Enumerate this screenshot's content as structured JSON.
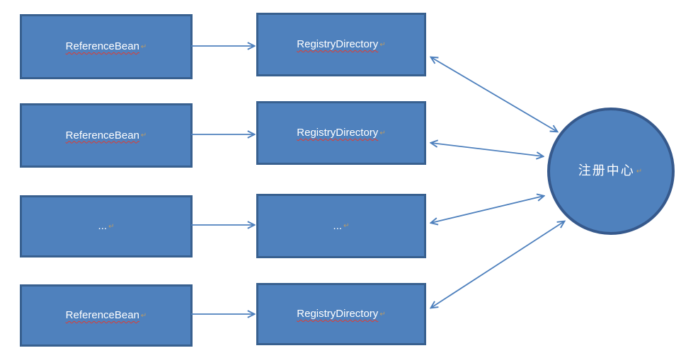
{
  "diagram": {
    "paragraph_mark": "↵",
    "left_column": [
      {
        "label": "ReferenceBean"
      },
      {
        "label": "ReferenceBean"
      },
      {
        "label": "..."
      },
      {
        "label": "ReferenceBean"
      }
    ],
    "middle_column": [
      {
        "label": "RegistryDirectory"
      },
      {
        "label": "RegistryDirectory"
      },
      {
        "label": "..."
      },
      {
        "label": "RegistryDirectory"
      }
    ],
    "registry_center": {
      "label": "注册中心"
    },
    "colors": {
      "node_fill": "#4f81bd",
      "node_border": "#38608f",
      "arrow": "#4e80bd",
      "label_text": "#ffffff",
      "spellcheck_underline": "#e03c31",
      "formatting_mark": "#b89a67",
      "background": "#ffffff"
    }
  }
}
